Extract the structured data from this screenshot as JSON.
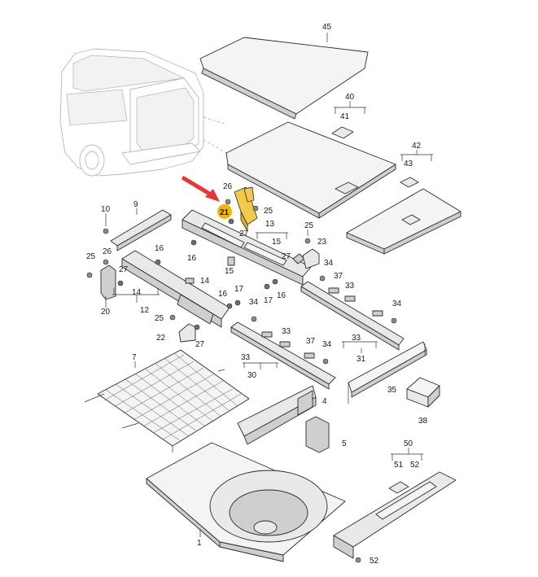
{
  "figure": {
    "highlight_color": "#f2c94c",
    "highlight_badge_color": "#f2b705",
    "arrow_color": "#e53935",
    "highlighted_label": "21",
    "callouts": {
      "c45": "45",
      "c40": "40",
      "c41": "41",
      "c42": "42",
      "c43": "43",
      "c26a": "26",
      "c21": "21",
      "c25a": "25",
      "c27a": "27",
      "c9": "9",
      "c10": "10",
      "c13": "13",
      "c15": "15",
      "c25b": "25",
      "c23": "23",
      "c27b": "27",
      "c34a": "34",
      "c16a": "16",
      "c15b": "15",
      "c26b": "26",
      "c25c": "25",
      "c27c": "27",
      "c16b": "16",
      "c14a": "14",
      "c14b": "14",
      "c12": "12",
      "c20": "20",
      "c16c": "16",
      "c17a": "17",
      "c37a": "37",
      "c33a": "33",
      "c16d": "16",
      "c25d": "25",
      "c22": "22",
      "c27d": "27",
      "c34b": "34",
      "c17b": "17",
      "c33b": "33",
      "c34c": "34",
      "c37b": "37",
      "c34d": "34",
      "c33c": "33",
      "c31": "31",
      "c33d": "33",
      "c30": "30",
      "c7": "7",
      "c35": "35",
      "c4": "4",
      "c38": "38",
      "c5": "5",
      "c50": "50",
      "c51": "51",
      "c52a": "52",
      "c1": "1",
      "c52b": "52"
    }
  }
}
